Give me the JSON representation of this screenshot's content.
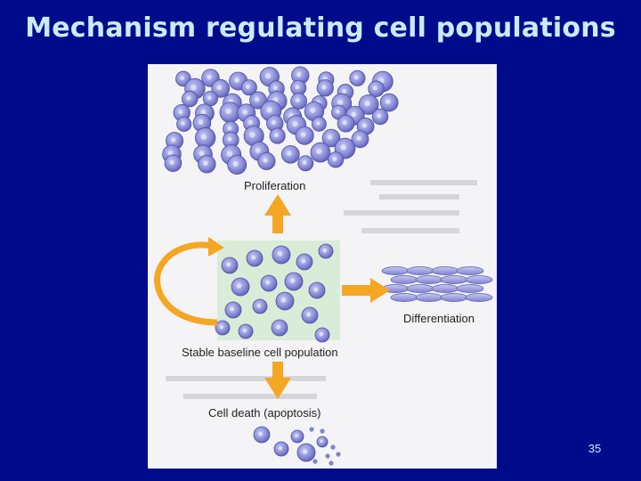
{
  "slide": {
    "title": "Mechanism regulating cell populations",
    "page_number": "35"
  },
  "figure": {
    "proliferation_label": "Proliferation",
    "differentiation_label": "Differentiation",
    "baseline_label": "Stable baseline cell population",
    "death_label": "Cell death (apoptosis)"
  },
  "colors": {
    "background": "#000b8c",
    "title": "#c8ecff",
    "arrow": "#f5a623",
    "cell": "#8d8fd9",
    "cell_nucleus": "#dfe4fb",
    "baseline_box": "#d9ecd7"
  }
}
